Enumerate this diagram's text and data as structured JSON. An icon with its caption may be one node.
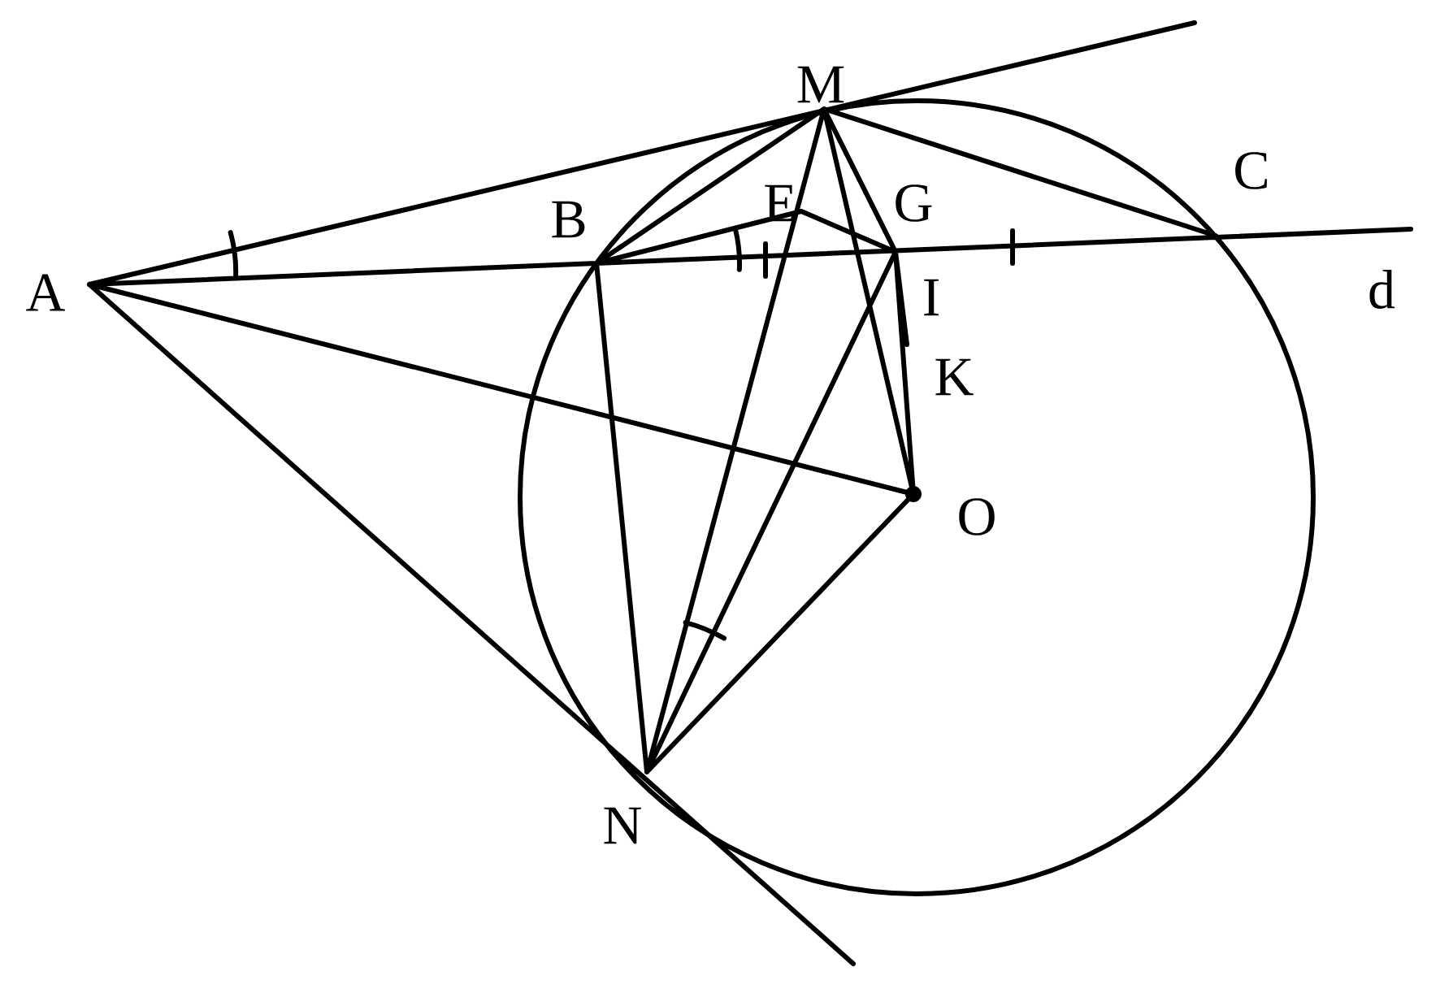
{
  "diagram": {
    "labels": [
      "M",
      "A",
      "B",
      "E",
      "G",
      "C",
      "d",
      "I",
      "K",
      "O",
      "N"
    ]
  }
}
